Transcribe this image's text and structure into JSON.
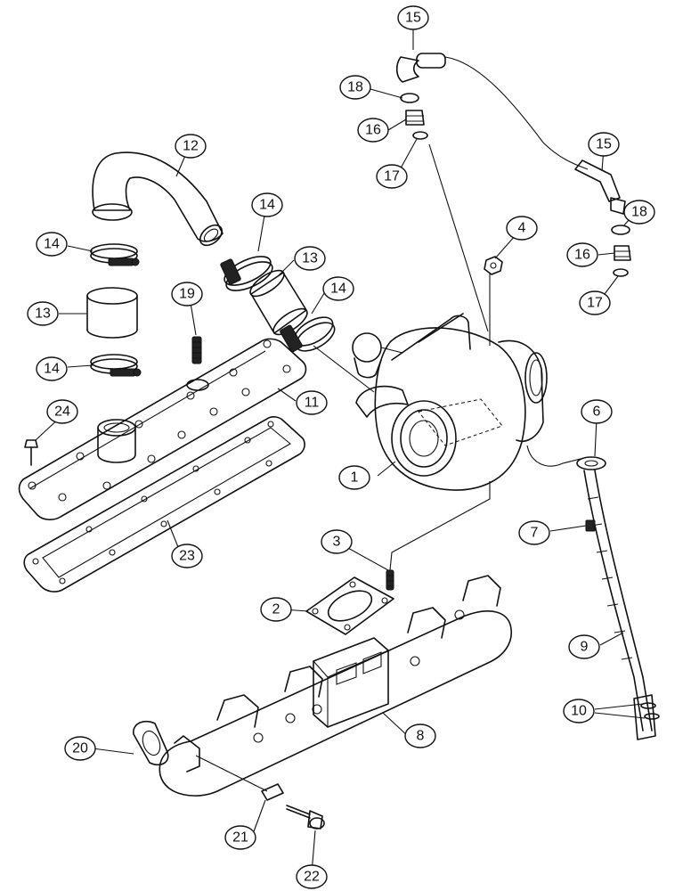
{
  "callouts": [
    {
      "id": "c1",
      "label": "1"
    },
    {
      "id": "c2",
      "label": "2"
    },
    {
      "id": "c3",
      "label": "3"
    },
    {
      "id": "c4",
      "label": "4"
    },
    {
      "id": "c6",
      "label": "6"
    },
    {
      "id": "c7",
      "label": "7"
    },
    {
      "id": "c8",
      "label": "8"
    },
    {
      "id": "c9",
      "label": "9"
    },
    {
      "id": "c10",
      "label": "10"
    },
    {
      "id": "c11",
      "label": "11"
    },
    {
      "id": "c12",
      "label": "12"
    },
    {
      "id": "c13a",
      "label": "13"
    },
    {
      "id": "c13b",
      "label": "13"
    },
    {
      "id": "c14a",
      "label": "14"
    },
    {
      "id": "c14b",
      "label": "14"
    },
    {
      "id": "c14c",
      "label": "14"
    },
    {
      "id": "c14d",
      "label": "14"
    },
    {
      "id": "c15a",
      "label": "15"
    },
    {
      "id": "c15b",
      "label": "15"
    },
    {
      "id": "c16a",
      "label": "16"
    },
    {
      "id": "c16b",
      "label": "16"
    },
    {
      "id": "c17a",
      "label": "17"
    },
    {
      "id": "c17b",
      "label": "17"
    },
    {
      "id": "c18a",
      "label": "18"
    },
    {
      "id": "c18b",
      "label": "18"
    },
    {
      "id": "c19",
      "label": "19"
    },
    {
      "id": "c20",
      "label": "20"
    },
    {
      "id": "c21",
      "label": "21"
    },
    {
      "id": "c22",
      "label": "22"
    },
    {
      "id": "c23",
      "label": "23"
    },
    {
      "id": "c24",
      "label": "24"
    }
  ]
}
